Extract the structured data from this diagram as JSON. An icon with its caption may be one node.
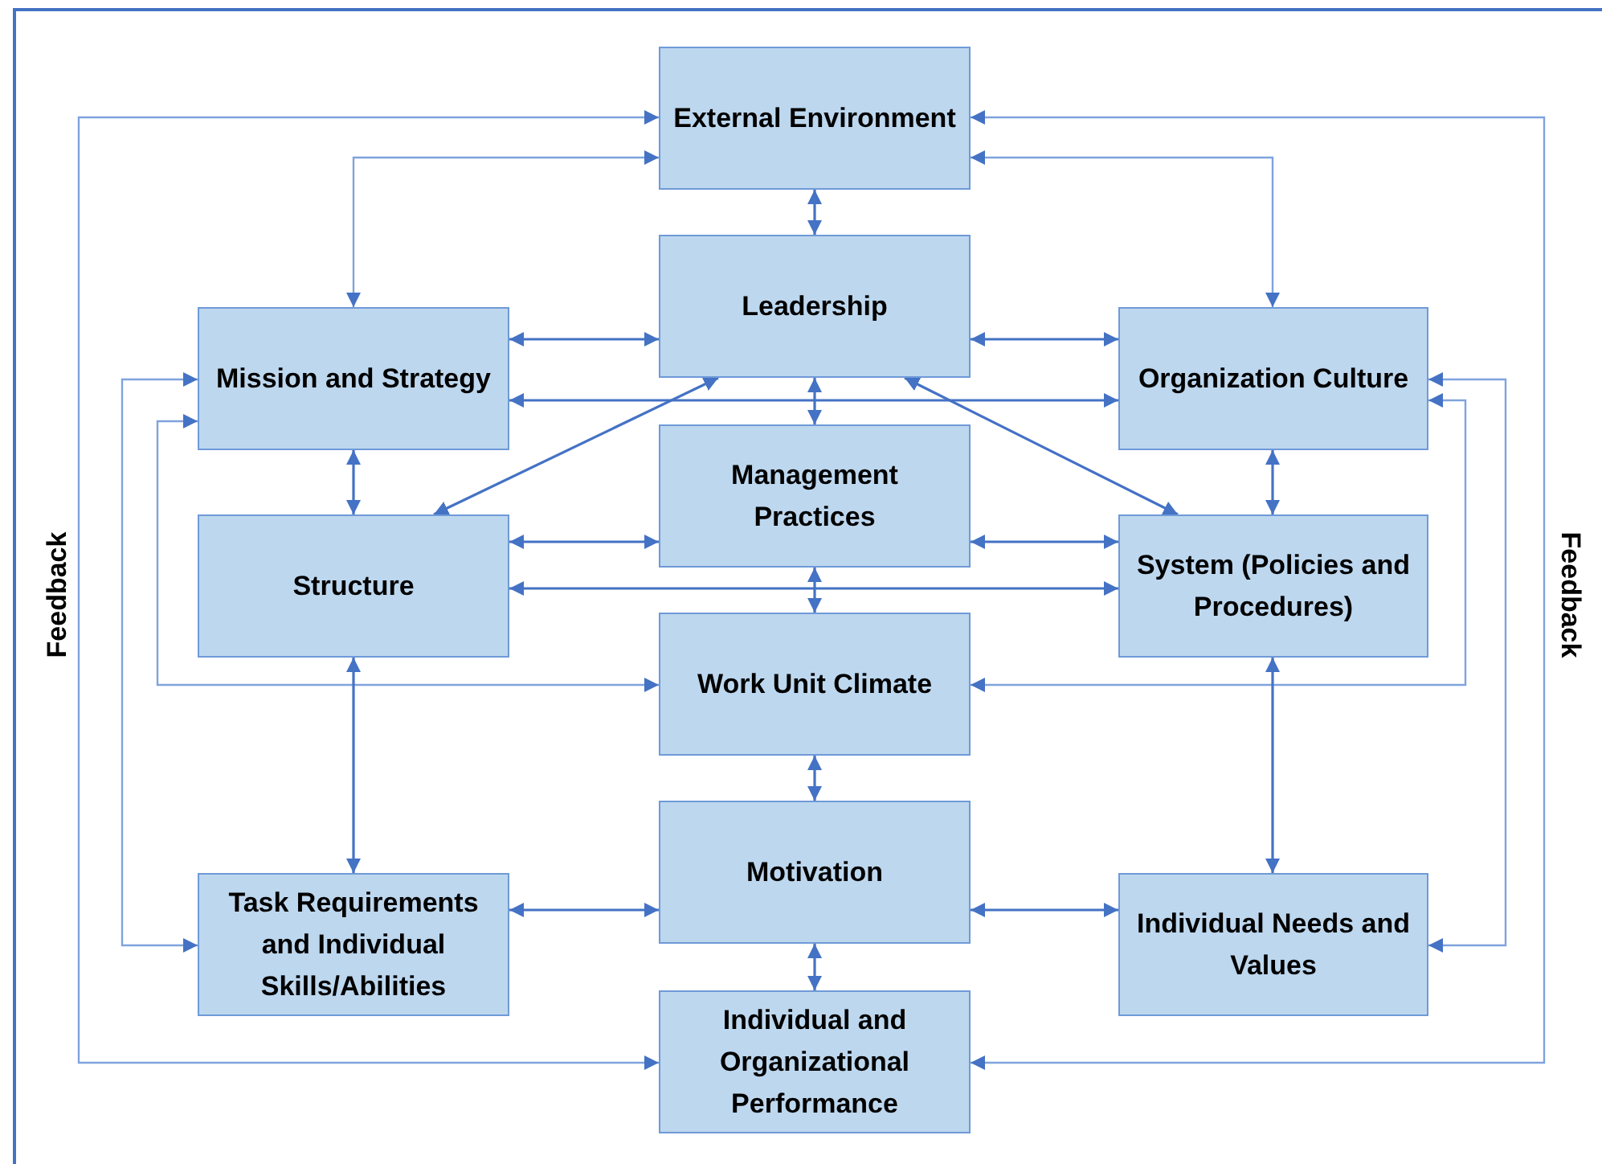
{
  "diagram": {
    "nodes": [
      {
        "text": [
          "External Environment"
        ]
      },
      {
        "text": [
          "Mission and Strategy"
        ]
      },
      {
        "text": [
          "Leadership"
        ]
      },
      {
        "text": [
          "Organization Culture"
        ]
      },
      {
        "text": [
          "Management Practices"
        ]
      },
      {
        "text": [
          "Structure"
        ]
      },
      {
        "text": [
          "System (Policies and Procedures)"
        ]
      },
      {
        "text": [
          "Work Unit Climate"
        ]
      },
      {
        "text": [
          "Task Requirements and Individual Skills/Abilities"
        ]
      },
      {
        "text": [
          "Motivation"
        ]
      },
      {
        "text": [
          "Individual Needs and Values"
        ]
      },
      {
        "text": [
          "Individual and Organizational Performance"
        ]
      }
    ],
    "edges": [
      {
        "from": 11,
        "to": 0,
        "arrow": "both"
      },
      {
        "from": 11,
        "to": 0,
        "arrow": "both"
      },
      {
        "from": 0,
        "to": 1,
        "arrow": "both"
      },
      {
        "from": 0,
        "to": 3,
        "arrow": "both"
      },
      {
        "from": 0,
        "to": 2,
        "arrow": "both"
      },
      {
        "from": 1,
        "to": 2,
        "arrow": "both"
      },
      {
        "from": 2,
        "to": 3,
        "arrow": "both"
      },
      {
        "from": 1,
        "to": 3,
        "arrow": "both"
      },
      {
        "from": 1,
        "to": 5,
        "arrow": "both"
      },
      {
        "from": 3,
        "to": 6,
        "arrow": "both"
      },
      {
        "from": 2,
        "to": 4,
        "arrow": "both"
      },
      {
        "from": 5,
        "to": 2,
        "arrow": "both"
      },
      {
        "from": 2,
        "to": 6,
        "arrow": "both"
      },
      {
        "from": 5,
        "to": 4,
        "arrow": "both"
      },
      {
        "from": 4,
        "to": 6,
        "arrow": "both"
      },
      {
        "from": 5,
        "to": 6,
        "arrow": "both"
      },
      {
        "from": 4,
        "to": 7,
        "arrow": "both"
      },
      {
        "from": 1,
        "to": 7,
        "arrow": "both"
      },
      {
        "from": 1,
        "to": 8,
        "arrow": "both"
      },
      {
        "from": 3,
        "to": 7,
        "arrow": "both"
      },
      {
        "from": 3,
        "to": 10,
        "arrow": "both"
      },
      {
        "from": 5,
        "to": 8,
        "arrow": "both"
      },
      {
        "from": 6,
        "to": 10,
        "arrow": "both"
      },
      {
        "from": 7,
        "to": 9,
        "arrow": "both"
      },
      {
        "from": 8,
        "to": 9,
        "arrow": "both"
      },
      {
        "from": 9,
        "to": 10,
        "arrow": "both"
      },
      {
        "from": 9,
        "to": 11,
        "arrow": "both"
      }
    ],
    "labels": [
      "Feedback",
      "Feedback"
    ]
  }
}
